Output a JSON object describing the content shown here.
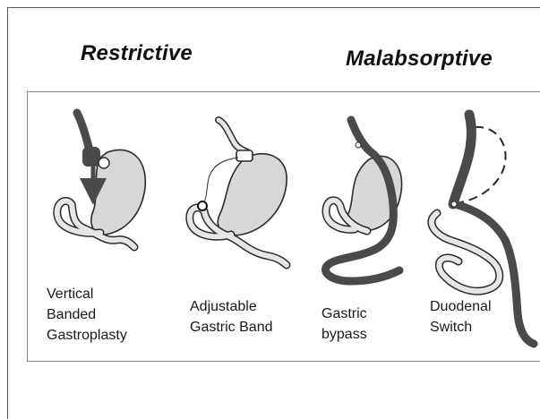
{
  "headings": {
    "restrictive": "Restrictive",
    "malabsorptive": "Malabsorptive"
  },
  "procedures": [
    {
      "id": "vertical-banded-gastroplasty",
      "lines": [
        "Vertical",
        "Banded",
        "Gastroplasty"
      ]
    },
    {
      "id": "adjustable-gastric-band",
      "lines": [
        "Adjustable",
        "Gastric Band"
      ]
    },
    {
      "id": "gastric-bypass",
      "lines": [
        "Gastric",
        "bypass"
      ]
    },
    {
      "id": "duodenal-switch",
      "lines": [
        "Duodenal",
        "Switch"
      ]
    }
  ],
  "colors": {
    "stomach_fill": "#d8d8d8",
    "bowel_fill": "#e6e6e6",
    "dark_path": "#4a4a4a",
    "outline": "#2a2a2a"
  }
}
